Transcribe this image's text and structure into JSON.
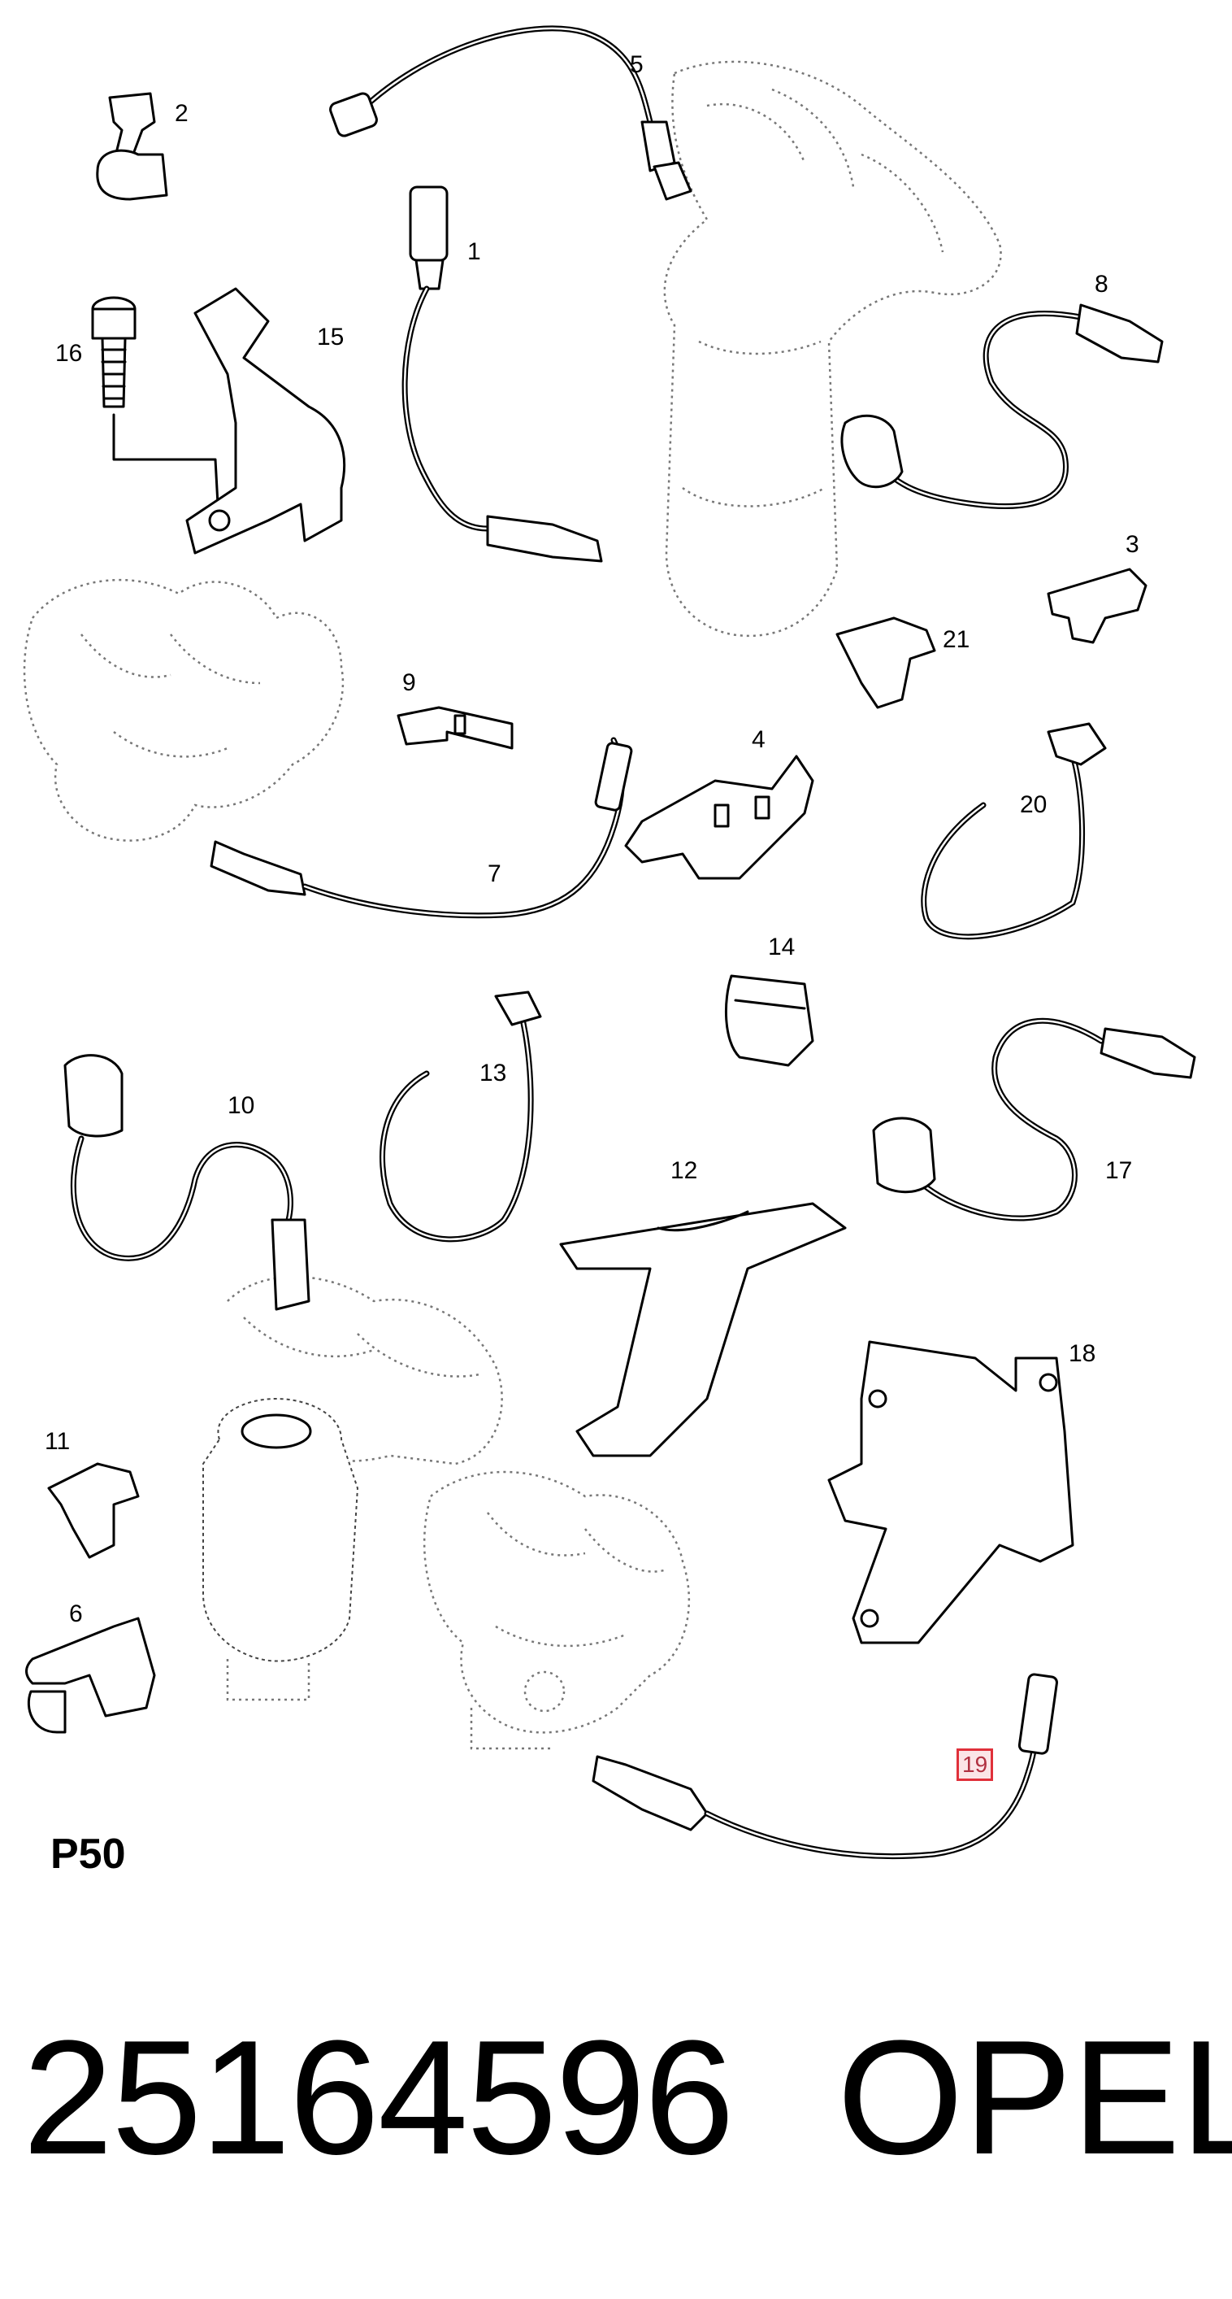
{
  "figure": {
    "page_code": "P50",
    "part_number": "25164596",
    "brand": "OPEL",
    "highlight_color": "#e0303a",
    "callouts": [
      {
        "id": "c1",
        "label": "1"
      },
      {
        "id": "c2",
        "label": "2"
      },
      {
        "id": "c3",
        "label": "3"
      },
      {
        "id": "c4",
        "label": "4"
      },
      {
        "id": "c5",
        "label": "5"
      },
      {
        "id": "c6",
        "label": "6"
      },
      {
        "id": "c7",
        "label": "7"
      },
      {
        "id": "c8",
        "label": "8"
      },
      {
        "id": "c9",
        "label": "9"
      },
      {
        "id": "c10",
        "label": "10"
      },
      {
        "id": "c11",
        "label": "11"
      },
      {
        "id": "c12",
        "label": "12"
      },
      {
        "id": "c13",
        "label": "13"
      },
      {
        "id": "c14",
        "label": "14"
      },
      {
        "id": "c15",
        "label": "15"
      },
      {
        "id": "c16",
        "label": "16"
      },
      {
        "id": "c17",
        "label": "17"
      },
      {
        "id": "c18",
        "label": "18"
      },
      {
        "id": "c19",
        "label": "19",
        "highlighted": true
      },
      {
        "id": "c20",
        "label": "20"
      },
      {
        "id": "c21",
        "label": "21"
      }
    ]
  }
}
